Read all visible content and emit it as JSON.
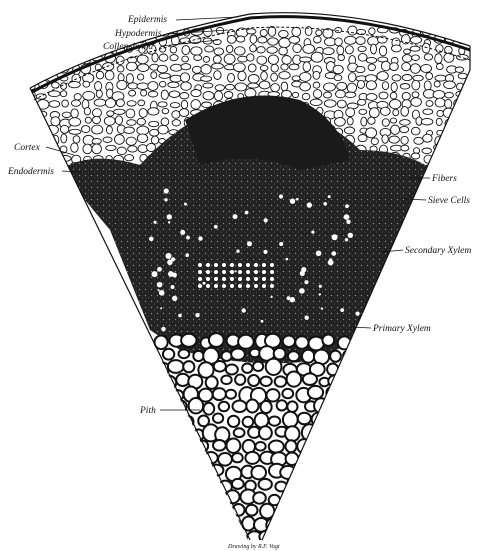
{
  "labels": {
    "epidermis": "Epidermis",
    "hypodermis": "Hypodermis",
    "collenchyma": "Collenchyma",
    "cortex": "Cortex",
    "endodermis": "Endodermis",
    "fibers": "Fibers",
    "sieve_cells": "Sieve Cells",
    "secondary_xylem": "Secondary Xylem",
    "primary_xylem": "Primary Xylem",
    "pith": "Pith"
  },
  "credit": "Drawing by R.F. Vogt",
  "colors": {
    "ink": "#111111",
    "paper": "#ffffff",
    "dense_tissue": "#1a1a1a"
  }
}
